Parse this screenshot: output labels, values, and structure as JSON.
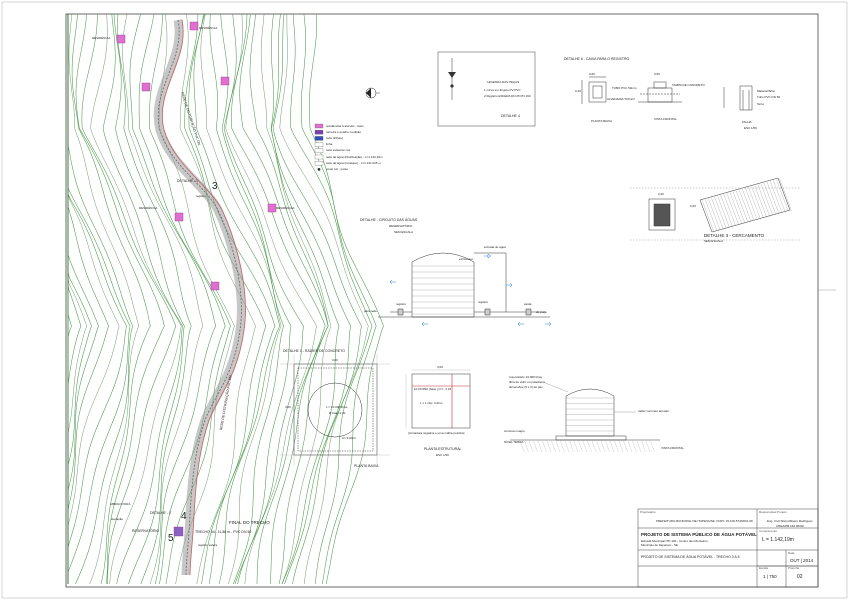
{
  "map": {
    "residencia": "RESIDÊNCIA",
    "rede_label": "REDE DE DISTRIBUIÇÃO PVC DN",
    "detalhe_1_label": "DETALHE - 1",
    "detalhe_2_label": "DETALHE - 2",
    "point_3": "3",
    "point_4": "4",
    "point_5": "5",
    "point_3_sub": "registro",
    "final_trecho": "FINAL DO TRECHO",
    "trecho_info": "TRECHO 04 - 11,86 m - PVC DN 50",
    "reservatorio": "RESERVATÓRIO",
    "registro_esfera": "registro esfera",
    "abrigo": "ABRIGO PARA",
    "elevacao": "elevação"
  },
  "legend": {
    "items": [
      {
        "label": "residências à atender - lotes",
        "color": "#e070d0",
        "kind": "box"
      },
      {
        "label": "torneira e quadro medição",
        "color": "#7a3fb0",
        "kind": "box"
      },
      {
        "label": "rede (trilhas)",
        "color": "#3050c0",
        "kind": "box"
      },
      {
        "label": "linha",
        "color": "#ffffff",
        "kind": "box"
      },
      {
        "label": "rede existente rua",
        "color": "#ffffff",
        "kind": "box"
      },
      {
        "label": "rede de água (Distribuição) - L=1.142,19m",
        "color": "#ffffff",
        "kind": "box"
      },
      {
        "label": "rede de água (recalque) - L=1.131,025 m",
        "color": "#ffffff",
        "kind": "box"
      },
      {
        "label": "poste luz - poste",
        "color": "#333333",
        "kind": "dot"
      }
    ]
  },
  "detail4": {
    "title": "DETALHE 4",
    "legend_title": "LEGENDA DAS PEÇAS",
    "item1": "1  curva em ângulo PV PVC",
    "item2": "2  Registro ESFERA DN 25 PN 160"
  },
  "detail_caixa": {
    "title": "DETALHE 6 - CAIXA PARA O REGISTRO",
    "planta": "PLANTA BAIXA",
    "vista": "VISTA FRONTAL",
    "falha": "FALHA",
    "esc": "ESC 1/50",
    "alvenaria": "ALVENARIA TIJOLO",
    "tubo": "TUBO PVC 50mm",
    "tampa": "TAMPA DE CONCRETO",
    "dim1": "0,60",
    "dim2": "0,40",
    "dim3": "0,50",
    "material": "Material Brita",
    "tubo_pvc": "Tubo PVC DN 50",
    "terra": "Terra"
  },
  "detail_cerca": {
    "title": "DETALHE 3 - CERCAMENTO",
    "sub": "SEM ESCALA",
    "dim": "2,00",
    "h": "2,00"
  },
  "detail_circuito": {
    "title": "DETALHE - CIRCUITO DAS ÁGUAS",
    "sub1": "RESERVATÓRIO",
    "sub2": "SEM ESCALA",
    "entrada": "entrada de água",
    "saida": "saída",
    "registro": "registro",
    "registro2": "registro",
    "para_rede": "para rede",
    "do_poco": "do poço",
    "extravasor": "extravasor"
  },
  "detail_radier": {
    "title": "DETALHE 1 - RADIER DE CONCRETO",
    "inner": "L = 10.000 litros",
    "inner2": "Ø base 2,30",
    "area": "A= 9,00m²",
    "label": "PLANTA BAIXA",
    "dim_top": "3,00",
    "dim_side": "3,00"
  },
  "detail_planta": {
    "title": "PLANTA ESTRUTURAL",
    "esc": "ESC 1/50",
    "dim": "3,00",
    "row1": "10,00 Ø10 (base y) N - 2,15",
    "row2": "L = 1 cbp: 3,22m",
    "note": "(Armadura negativa e uma malha positiva)"
  },
  "detail_tank": {
    "note1": "reservatório 10.000 litros",
    "note2": "fibra de vidro ou polietileno",
    "note3": "dimensões (5 x 3) de pés",
    "laje": "radier concreto armado",
    "solo": "concreto magro",
    "nivel": "NÍVEL TERRA",
    "vista": "VISTA FRONTAL"
  },
  "title_block": {
    "proprietario_label": "Proprietário",
    "proprietario": "PREFEITURA MUNICIPAL DE ITAPEVA/SE: CNPJ: 15.100.574/0001-09",
    "responsavel_label": "Responsável Projeto",
    "responsavel": "Eng. Civil Silvio Ribeiro Rodrigues",
    "crea": "CREA/PB 160.003/D",
    "project": "PROJETO DE SISTEMA PÚBLICO DE ÁGUA POTÁVEL",
    "address1": "Estrada Municipal ITP-100 - Centro dos Monteiros",
    "address2": "Município de Itaperuçu - SE",
    "comprimento_label": "Comprimento",
    "comprimento": "L = 1.142,19m",
    "data_label": "Data",
    "data": "OUT | 2014",
    "desenho": "PROJETO DE SISTEMA DE ÁGUA POTÁVEL - TRECHO 3 A 5",
    "escala_label": "Escala",
    "escala": "1 | 750",
    "prancha_label": "Prancha",
    "prancha": "02"
  }
}
